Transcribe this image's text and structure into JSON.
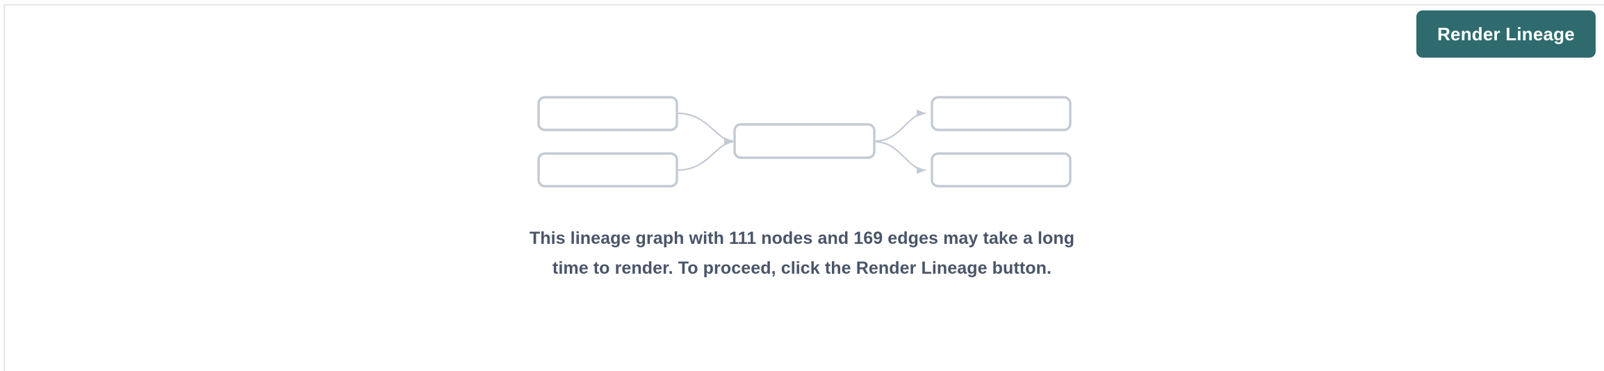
{
  "panel": {
    "background_color": "#ffffff",
    "rule_color": "#e3e5e9"
  },
  "toolbar": {
    "render_button_label": "Render Lineage",
    "render_button_color": "#2f6b6e",
    "render_button_text_color": "#ffffff"
  },
  "placeholder_graph": {
    "node_stroke_color": "#c3cad4",
    "edge_stroke_color": "#c3cad4",
    "nodes": [
      {
        "name": "upstream-node-1",
        "label": ""
      },
      {
        "name": "upstream-node-2",
        "label": ""
      },
      {
        "name": "focus-node",
        "label": ""
      },
      {
        "name": "downstream-node-1",
        "label": ""
      },
      {
        "name": "downstream-node-2",
        "label": ""
      }
    ],
    "edge_count": 4
  },
  "notice": {
    "text": "This lineage graph with 111 nodes and 169 edges may take a long time to render. To proceed, click the Render Lineage button.",
    "node_count": "111",
    "edge_count": "169",
    "text_color": "#4a5568"
  }
}
